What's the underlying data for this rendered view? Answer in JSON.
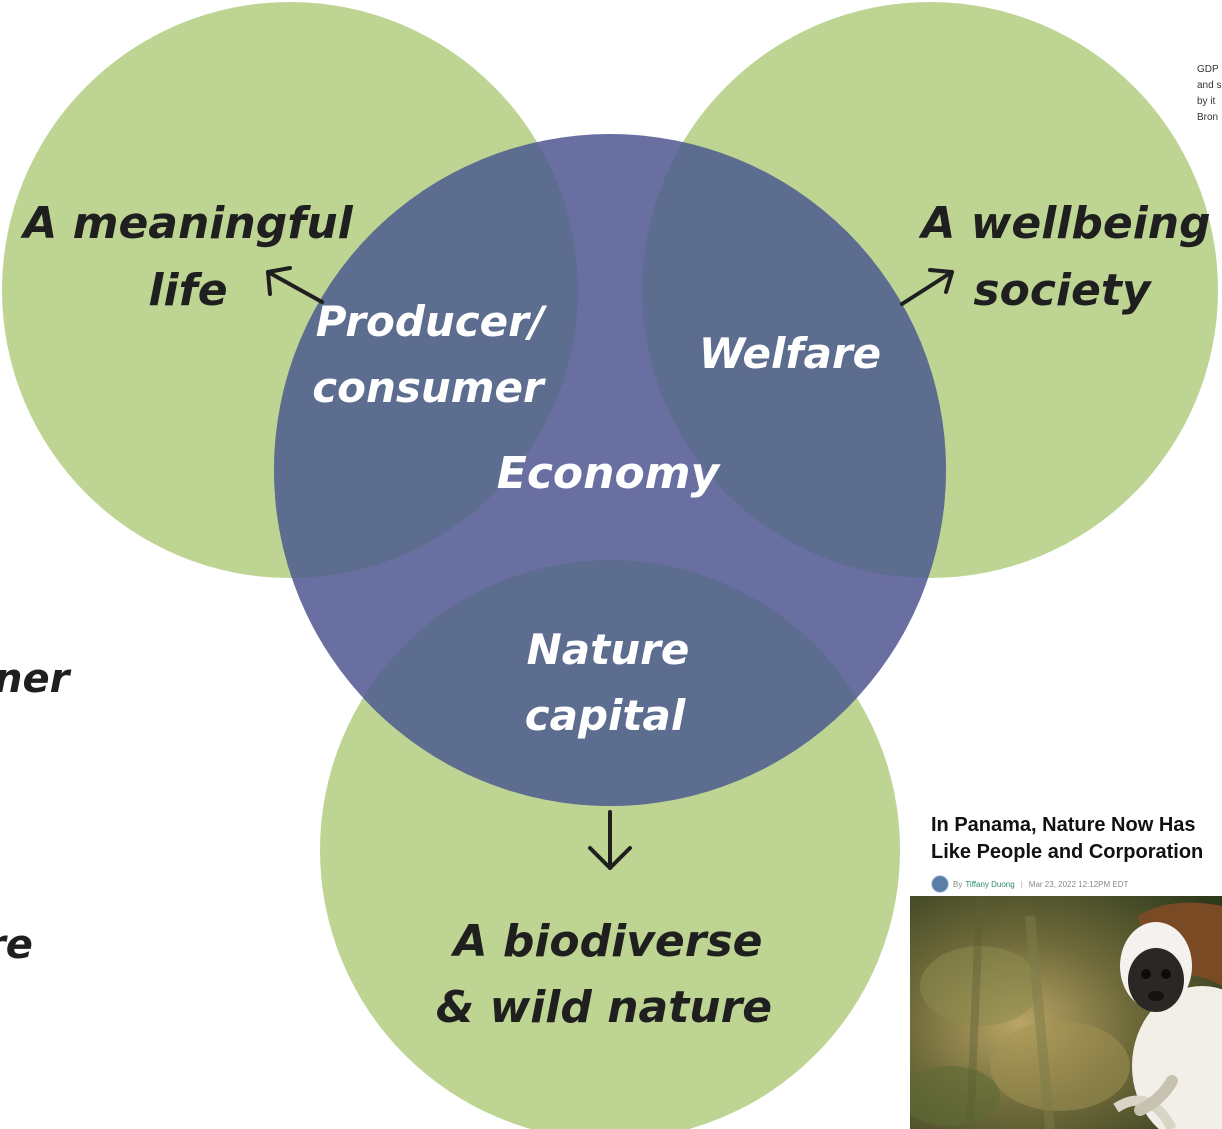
{
  "diagram": {
    "center_label": "Economy",
    "outer_nodes": [
      {
        "id": "meaningful",
        "lines": [
          "A meaningful",
          "life"
        ]
      },
      {
        "id": "wellbeing",
        "lines": [
          "A wellbeing",
          "society"
        ]
      },
      {
        "id": "nature",
        "lines": [
          "A biodiverse",
          "& wild nature"
        ]
      }
    ],
    "overlaps": [
      {
        "id": "producer",
        "lines": [
          "Producer/",
          "consumer"
        ]
      },
      {
        "id": "welfare",
        "lines": [
          "Welfare"
        ]
      },
      {
        "id": "capital",
        "lines": [
          "Nature",
          "capital"
        ]
      }
    ],
    "colors": {
      "outer_circle": "#bdd493",
      "economy_circle": "#6a6fa1",
      "overlap": "#5d6d8f",
      "label_dark": "#1f1f1f",
      "label_light": "#ffffff"
    }
  },
  "left_fragments": [
    "ner",
    "re"
  ],
  "gdp_snippet": [
    "GDP",
    "and s",
    "by it",
    "Bron"
  ],
  "article": {
    "title_lines": [
      "In Panama, Nature Now Has",
      "Like People and Corporation"
    ],
    "byline_prefix": "By",
    "author": "Tiffany Duong",
    "separator": "|",
    "date": "Mar 23, 2022 12:12PM EDT",
    "image_subject": "monkey-photo"
  }
}
